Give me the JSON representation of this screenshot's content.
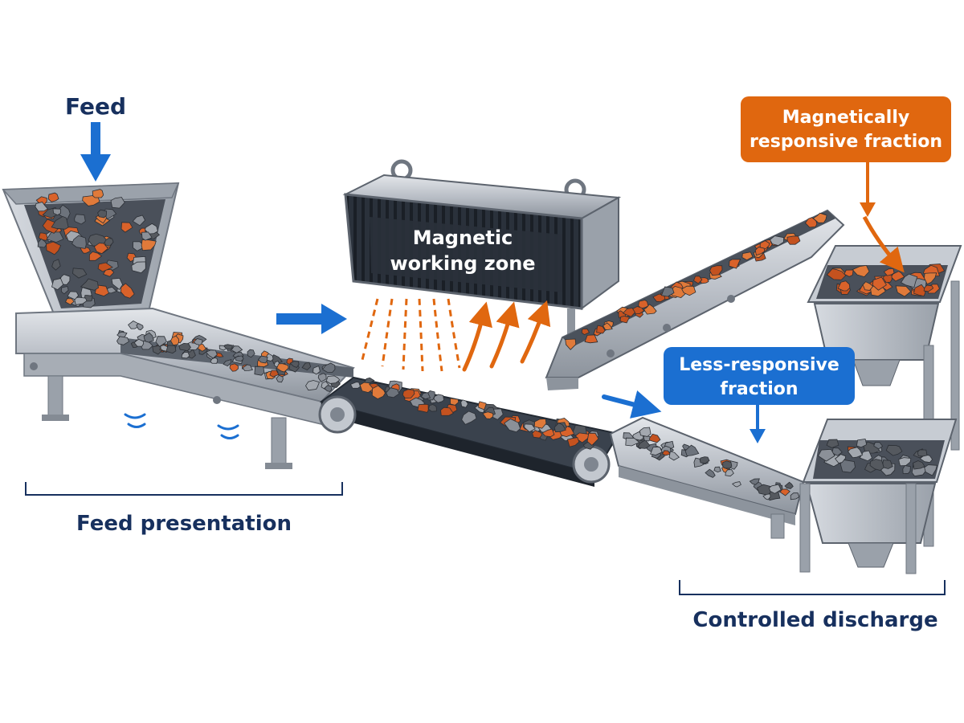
{
  "labels": {
    "feed": "Feed",
    "magnet_line1": "Magnetic",
    "magnet_line2": "working zone",
    "magnetic_fraction_line1": "Magnetically",
    "magnetic_fraction_line2": "responsive fraction",
    "less_fraction_line1": "Less-responsive",
    "less_fraction_line2": "fraction",
    "feed_presentation": "Feed presentation",
    "controlled_discharge": "Controlled discharge"
  },
  "colors": {
    "label_dark": "#17305e",
    "blue": "#1b6fd1",
    "orange": "#e0670f",
    "steel": "#b7bcc4",
    "steel_dark": "#7f8690",
    "belt": "#2f3742",
    "ore_orange": "#d9622a",
    "ore_gray": "#8b9098"
  },
  "icons": {
    "feed_arrow": "down-arrow-icon",
    "flow_arrow": "right-arrow-icon",
    "vibration": "vibration-icon",
    "lift_arrows": "up-arrow-icon"
  }
}
